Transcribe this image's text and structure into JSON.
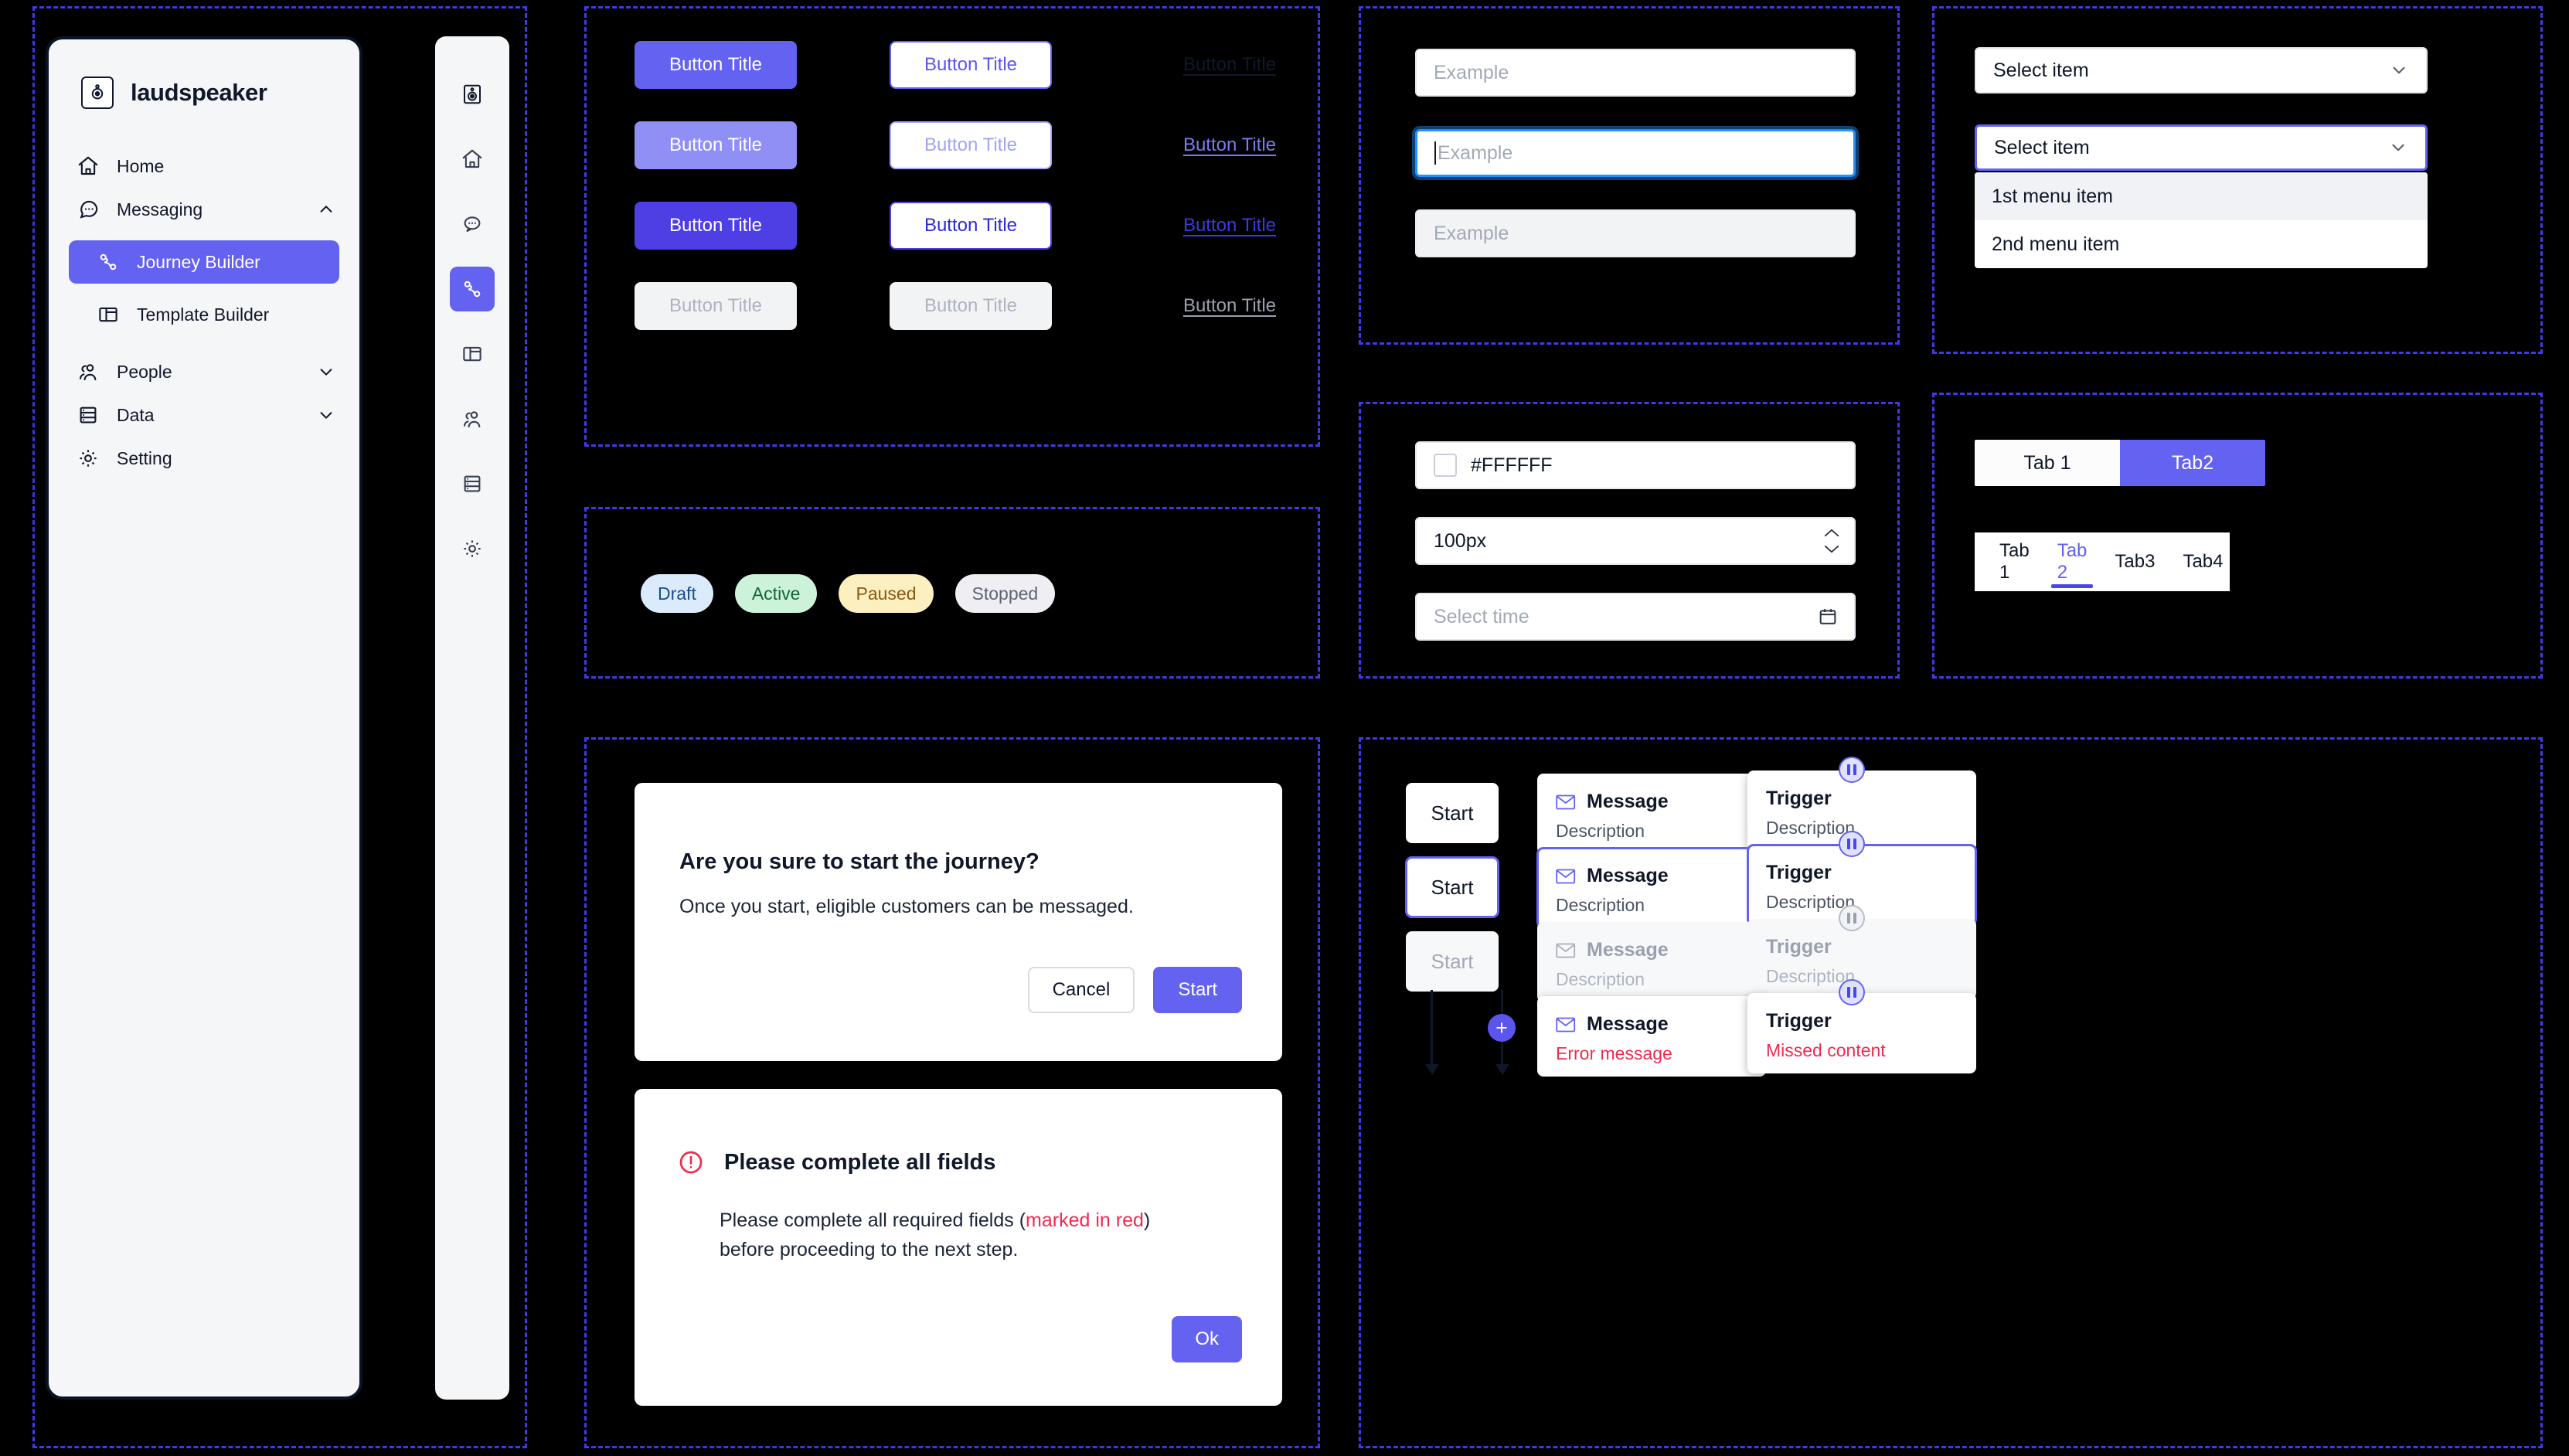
{
  "colors": {
    "canvas": "#000000",
    "frame_outline": "#4338E8",
    "primary": "#6362F1",
    "primary_hover": "#8F8FF6",
    "primary_active": "#4E3FE4",
    "danger": "#F02B4E",
    "focus_blue": "#1E90FF",
    "sidebar_bg": "#F5F6F8",
    "ink": "#0F1729",
    "muted": "#A3A9B4"
  },
  "sidebar": {
    "brand": "laudspeaker",
    "brand_icon": "speaker-icon",
    "items": [
      {
        "label": "Home",
        "icon": "home-icon",
        "expandable": false,
        "active": false
      },
      {
        "label": "Messaging",
        "icon": "chat-bubble-icon",
        "expandable": true,
        "expanded": true,
        "chevron": "chevron-up-icon"
      },
      {
        "label": "People",
        "icon": "people-icon",
        "expandable": true,
        "expanded": false,
        "chevron": "chevron-down-icon"
      },
      {
        "label": "Data",
        "icon": "database-icon",
        "expandable": true,
        "expanded": false,
        "chevron": "chevron-down-icon"
      },
      {
        "label": "Setting",
        "icon": "gear-icon",
        "expandable": false,
        "active": false
      }
    ],
    "sub_items": [
      {
        "label": "Journey Builder",
        "icon": "journey-icon",
        "active": true
      },
      {
        "label": "Template Builder",
        "icon": "template-icon",
        "active": false
      }
    ],
    "rail_icons": [
      "speaker-icon",
      "home-icon",
      "chat-bubble-icon",
      "journey-icon",
      "template-icon",
      "people-icon",
      "database-icon",
      "gear-icon"
    ]
  },
  "buttons": {
    "label": "Button Title",
    "rows": [
      {
        "state": "default",
        "primary": "Button Title",
        "outline": "Button Title",
        "link": "Button Title"
      },
      {
        "state": "hover",
        "primary": "Button Title",
        "outline": "Button Title",
        "link": "Button Title"
      },
      {
        "state": "active",
        "primary": "Button Title",
        "outline": "Button Title",
        "link": "Button Title"
      },
      {
        "state": "disabled",
        "primary": "Button Title",
        "outline": "Button Title",
        "link": "Button Title"
      }
    ]
  },
  "badges": [
    {
      "label": "Draft",
      "bg": "#DCEBFB",
      "fg": "#1C4E85"
    },
    {
      "label": "Active",
      "bg": "#CCF3DA",
      "fg": "#14663A"
    },
    {
      "label": "Paused",
      "bg": "#FCEFC0",
      "fg": "#8A5A10"
    },
    {
      "label": "Stopped",
      "bg": "#EFEFF3",
      "fg": "#5E6474"
    }
  ],
  "modals": {
    "confirm": {
      "title": "Are you sure to start the journey?",
      "body": "Once you start, eligible customers can be messaged.",
      "cancel_label": "Cancel",
      "confirm_label": "Start"
    },
    "error": {
      "icon": "alert-circle-icon",
      "title": "Please complete all fields",
      "body_part1": "Please complete all required fields (",
      "body_highlight": "marked in red",
      "body_part2": ")",
      "body_line2": "before proceeding to the next step.",
      "ok_label": "Ok"
    }
  },
  "inputs": {
    "text_default": {
      "placeholder": "Example",
      "value": ""
    },
    "text_focused": {
      "placeholder": "Example",
      "value": ""
    },
    "text_disabled": {
      "placeholder": "Example",
      "value": ""
    },
    "color": {
      "value": "#FFFFFF",
      "swatch": "#FFFFFF",
      "icon": "color-swatch-icon"
    },
    "number": {
      "value": "100px",
      "icon": "stepper-icon"
    },
    "time": {
      "placeholder": "Select time",
      "icon": "calendar-icon"
    }
  },
  "select": {
    "closed_label": "Select item",
    "open_label": "Select item",
    "chevron": "chevron-down-icon",
    "menu_items": [
      {
        "label": "1st menu item",
        "highlighted": true
      },
      {
        "label": "2nd menu item",
        "highlighted": false
      }
    ]
  },
  "tabs": {
    "segmented": [
      {
        "label": "Tab 1",
        "selected": false
      },
      {
        "label": "Tab2",
        "selected": true
      }
    ],
    "underline": [
      {
        "label": "Tab 1",
        "selected": false
      },
      {
        "label": "Tab 2",
        "selected": true
      },
      {
        "label": "Tab3",
        "selected": false
      },
      {
        "label": "Tab4",
        "selected": false
      }
    ]
  },
  "flow": {
    "start_label": "Start",
    "message_label": "Message",
    "trigger_label": "Trigger",
    "description_label": "Description",
    "error_message": "Error message",
    "missed_content": "Missed content",
    "message_icon": "envelope-icon",
    "pause_icon": "pause-icon",
    "add_icon": "plus-icon",
    "rows": [
      {
        "state": "default"
      },
      {
        "state": "selected"
      },
      {
        "state": "disabled"
      },
      {
        "state": "error"
      }
    ]
  }
}
